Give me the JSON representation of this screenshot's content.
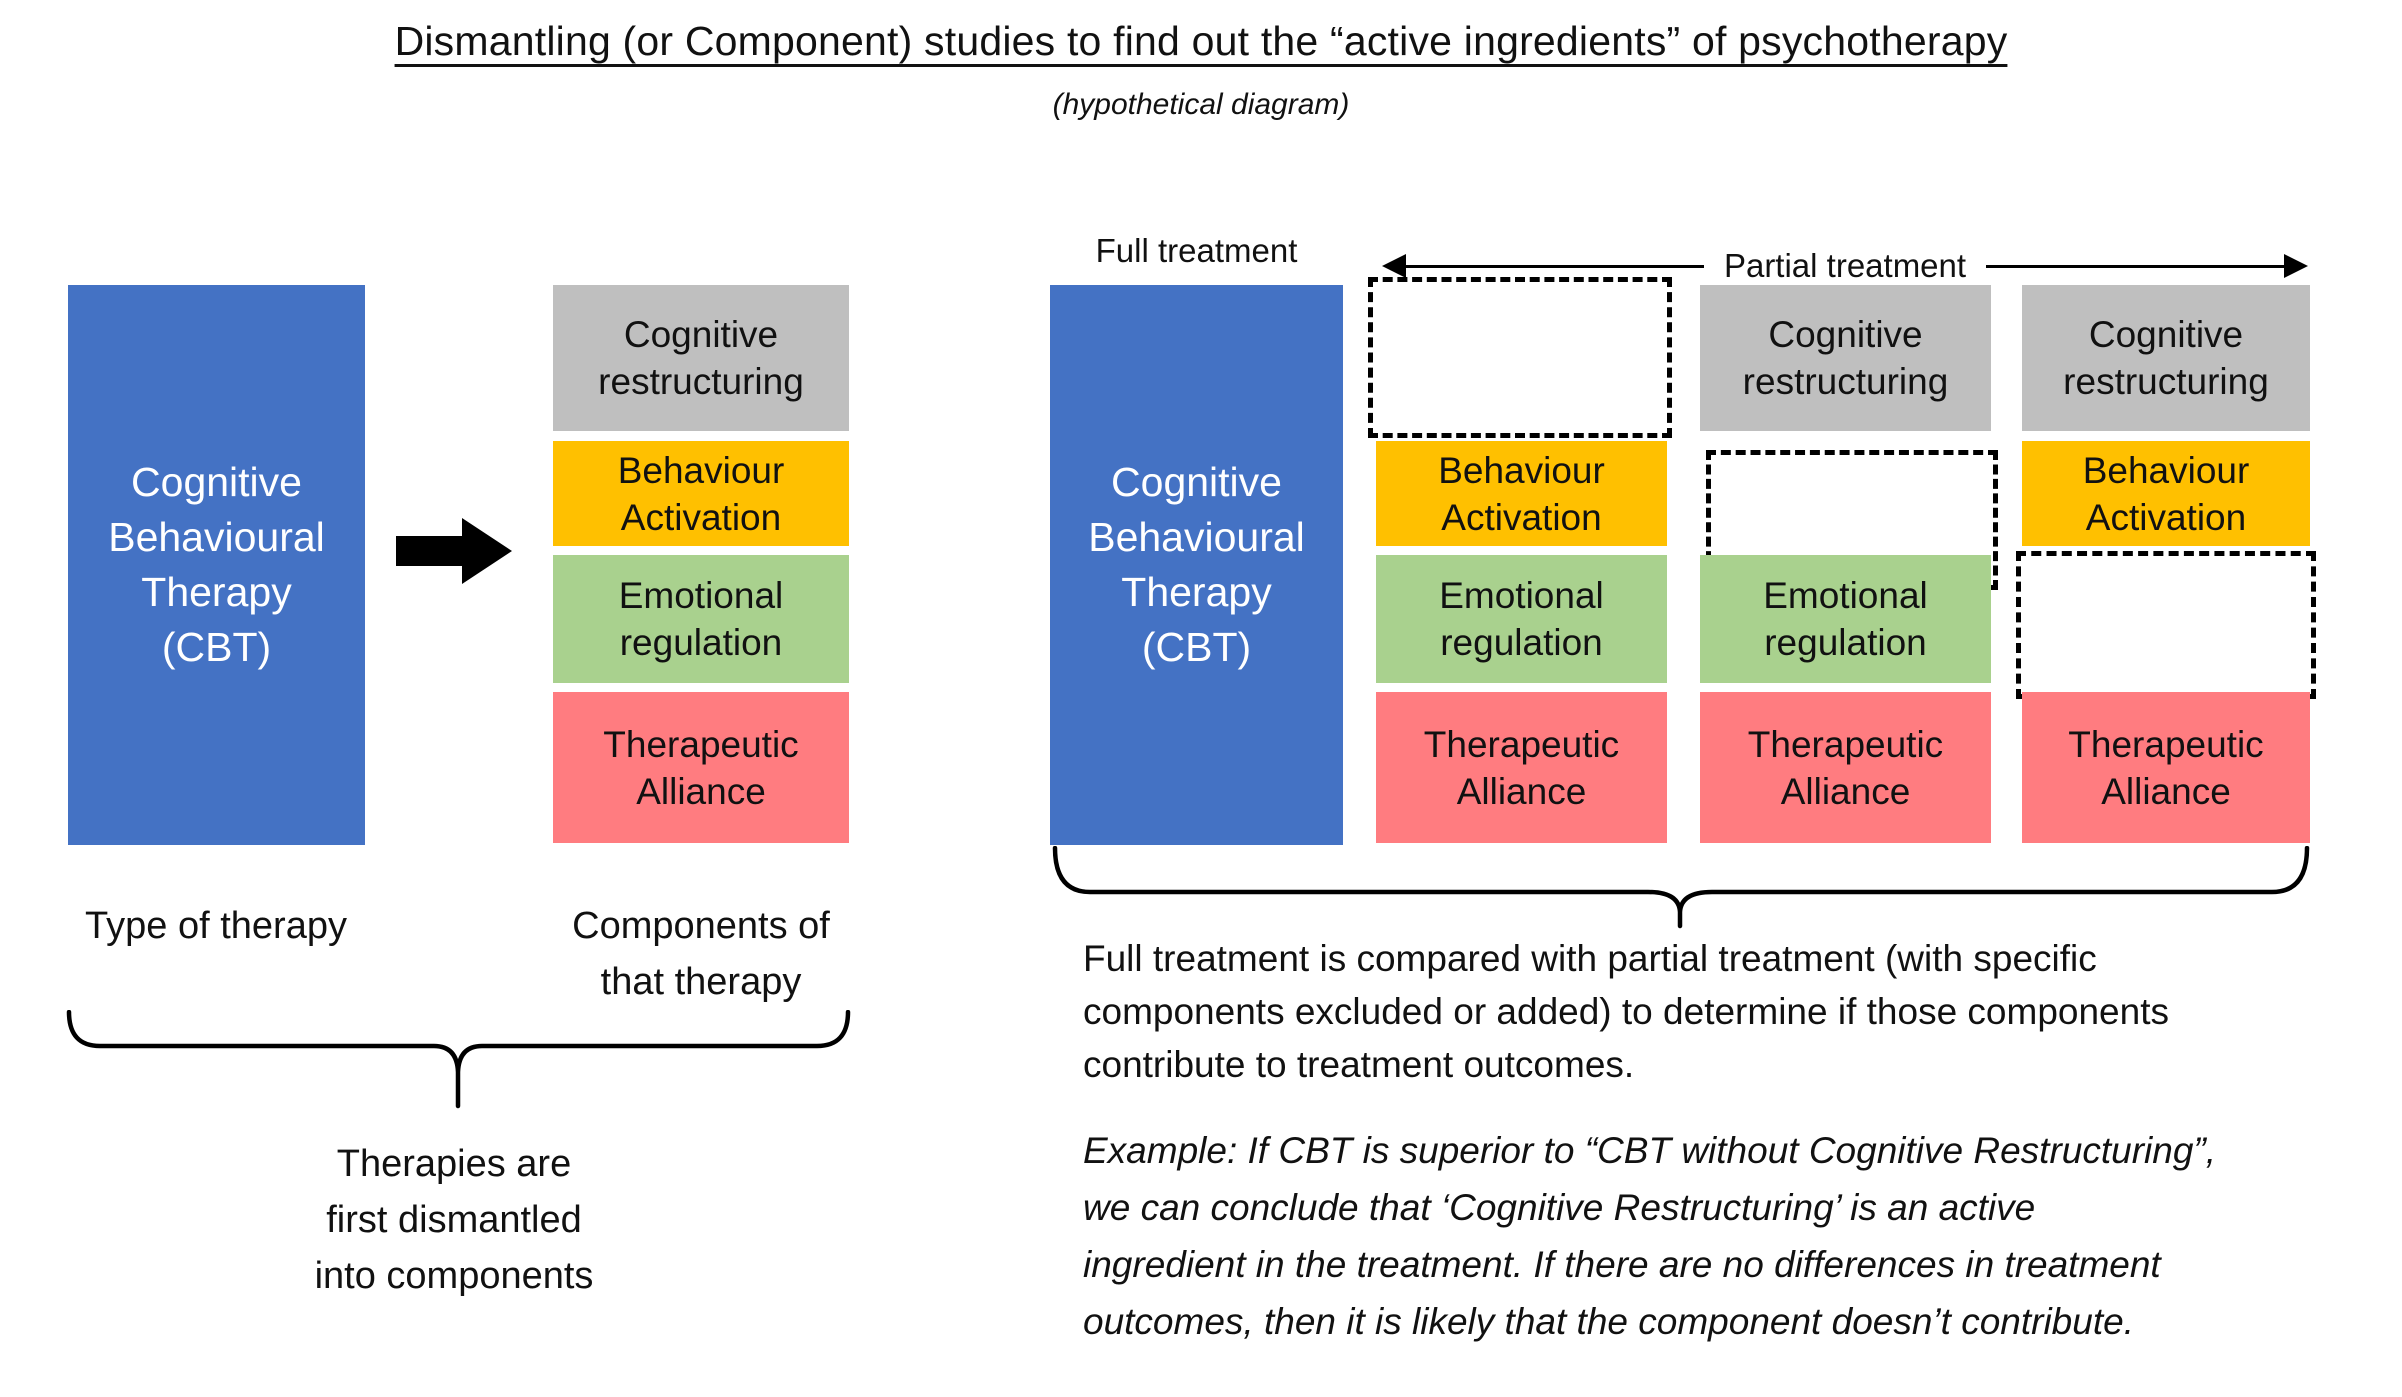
{
  "title": "Dismantling (or Component) studies to find out the “active ingredients” of psychotherapy",
  "subtitle": "(hypothetical diagram)",
  "colors": {
    "therapy_blue": "#4472C4",
    "cognitive_restructuring_gray": "#BFBFBF",
    "behaviour_activation_gold": "#FFC000",
    "emotional_regulation_green": "#A9D18E",
    "therapeutic_alliance_red": "#FF7C80",
    "text_black": "#111111",
    "white": "#ffffff"
  },
  "left_diagram": {
    "therapy_box": {
      "lines": [
        "Cognitive",
        "Behavioural",
        "Therapy",
        "(CBT)"
      ]
    },
    "components": [
      {
        "line1": "Cognitive",
        "line2": "restructuring",
        "color": "#BFBFBF"
      },
      {
        "line1": "Behaviour",
        "line2": "Activation",
        "color": "#FFC000"
      },
      {
        "line1": "Emotional",
        "line2": "regulation",
        "color": "#A9D18E"
      },
      {
        "line1": "Therapeutic",
        "line2": "Alliance",
        "color": "#FF7C80"
      }
    ],
    "label_type_of_therapy": "Type of therapy",
    "label_components": {
      "line1": "Components of",
      "line2": "that therapy"
    },
    "caption_lines": [
      "Therapies are",
      "first dismantled",
      "into components"
    ]
  },
  "right_diagram": {
    "full_treatment_label": "Full treatment",
    "partial_treatment_label": "Partial treatment",
    "therapy_box": {
      "lines": [
        "Cognitive",
        "Behavioural",
        "Therapy",
        "(CBT)"
      ]
    },
    "columns": [
      {
        "slots": [
          {
            "empty": true
          },
          {
            "line1": "Behaviour",
            "line2": "Activation",
            "color": "#FFC000"
          },
          {
            "line1": "Emotional",
            "line2": "regulation",
            "color": "#A9D18E"
          },
          {
            "line1": "Therapeutic",
            "line2": "Alliance",
            "color": "#FF7C80"
          }
        ]
      },
      {
        "slots": [
          {
            "line1": "Cognitive",
            "line2": "restructuring",
            "color": "#BFBFBF"
          },
          {
            "empty": true
          },
          {
            "line1": "Emotional",
            "line2": "regulation",
            "color": "#A9D18E"
          },
          {
            "line1": "Therapeutic",
            "line2": "Alliance",
            "color": "#FF7C80"
          }
        ]
      },
      {
        "slots": [
          {
            "line1": "Cognitive",
            "line2": "restructuring",
            "color": "#BFBFBF"
          },
          {
            "line1": "Behaviour",
            "line2": "Activation",
            "color": "#FFC000"
          },
          {
            "empty": true
          },
          {
            "line1": "Therapeutic",
            "line2": "Alliance",
            "color": "#FF7C80"
          }
        ]
      }
    ],
    "caption_lines": [
      "Full treatment is compared with partial treatment (with specific",
      "components excluded or added) to determine if those components",
      "contribute to treatment outcomes."
    ],
    "example_lines": [
      "Example: If CBT is superior to “CBT without Cognitive Restructuring”,",
      "we can conclude that ‘Cognitive Restructuring’ is an active",
      "ingredient in the treatment. If there are no differences in treatment",
      "outcomes, then it is likely that the component doesn’t contribute."
    ]
  }
}
